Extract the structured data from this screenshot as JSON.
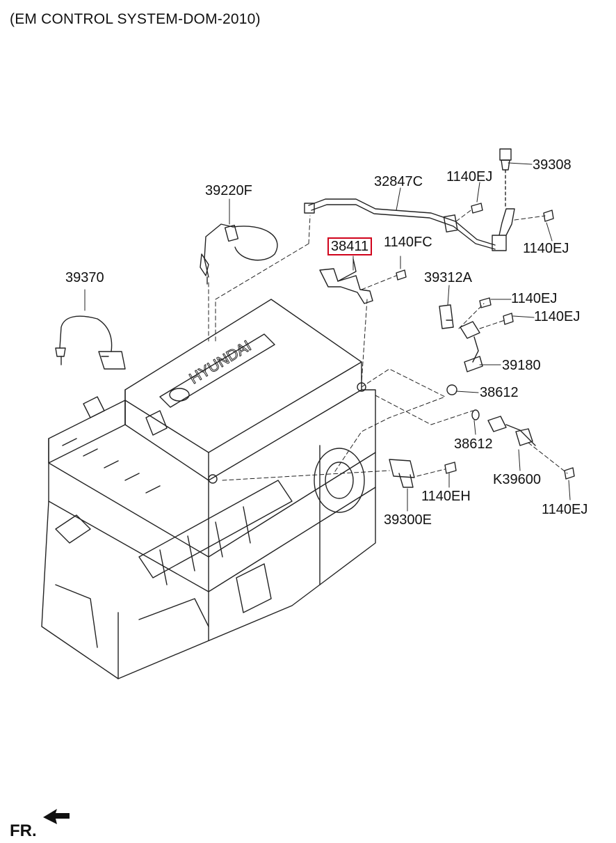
{
  "title": "(EM CONTROL SYSTEM-DOM-2010)",
  "orientation_label": "FR.",
  "highlight_color": "#d0021b",
  "engine_brand": "HYUNDAI",
  "parts": {
    "p39308": "39308",
    "p1140ej_top": "1140EJ",
    "p32847c": "32847C",
    "p39220f": "39220F",
    "p38411": "38411",
    "p1140fc": "1140FC",
    "p1140ej_right": "1140EJ",
    "p39370": "39370",
    "p39312a": "39312A",
    "p1140ej_mid1": "1140EJ",
    "p1140ej_mid2": "1140EJ",
    "p39180": "39180",
    "p38612_a": "38612",
    "p38612_b": "38612",
    "pK39600": "K39600",
    "p1140eh": "1140EH",
    "p1140ej_bottom": "1140EJ",
    "p39300e": "39300E"
  }
}
